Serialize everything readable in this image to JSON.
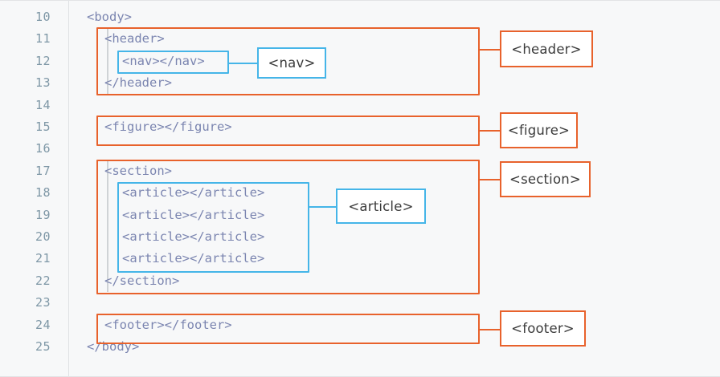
{
  "editor": {
    "gutter_line_numbers": [
      "10",
      "11",
      "12",
      "13",
      "14",
      "15",
      "16",
      "17",
      "18",
      "19",
      "20",
      "21",
      "22",
      "23",
      "24",
      "25"
    ],
    "code_lines": [
      {
        "num": "10",
        "text": "<body>"
      },
      {
        "num": "11",
        "text": "<header>"
      },
      {
        "num": "12",
        "text": "<nav></nav>"
      },
      {
        "num": "13",
        "text": "</header>"
      },
      {
        "num": "14",
        "text": ""
      },
      {
        "num": "15",
        "text": "<figure></figure>"
      },
      {
        "num": "16",
        "text": ""
      },
      {
        "num": "17",
        "text": "<section>"
      },
      {
        "num": "18",
        "text": "<article></article>"
      },
      {
        "num": "19",
        "text": "<article></article>"
      },
      {
        "num": "20",
        "text": "<article></article>"
      },
      {
        "num": "21",
        "text": "<article></article>"
      },
      {
        "num": "22",
        "text": "</section>"
      },
      {
        "num": "23",
        "text": ""
      },
      {
        "num": "24",
        "text": "<footer></footer>"
      },
      {
        "num": "25",
        "text": "</body>"
      }
    ]
  },
  "annotations": {
    "callouts": [
      {
        "label": "<header>",
        "color": "#e8622c"
      },
      {
        "label": "<nav>",
        "color": "#45b5e8"
      },
      {
        "label": "<figure>",
        "color": "#e8622c"
      },
      {
        "label": "<section>",
        "color": "#e8622c"
      },
      {
        "label": "<article>",
        "color": "#45b5e8"
      },
      {
        "label": "<footer>",
        "color": "#e8622c"
      }
    ]
  },
  "colors": {
    "background": "#f7f8f9",
    "gutter_text": "#7e97a6",
    "code_text": "#7b85b0",
    "orange_accent": "#e8622c",
    "blue_accent": "#45b5e8",
    "callout_text": "#3b3b3b"
  }
}
